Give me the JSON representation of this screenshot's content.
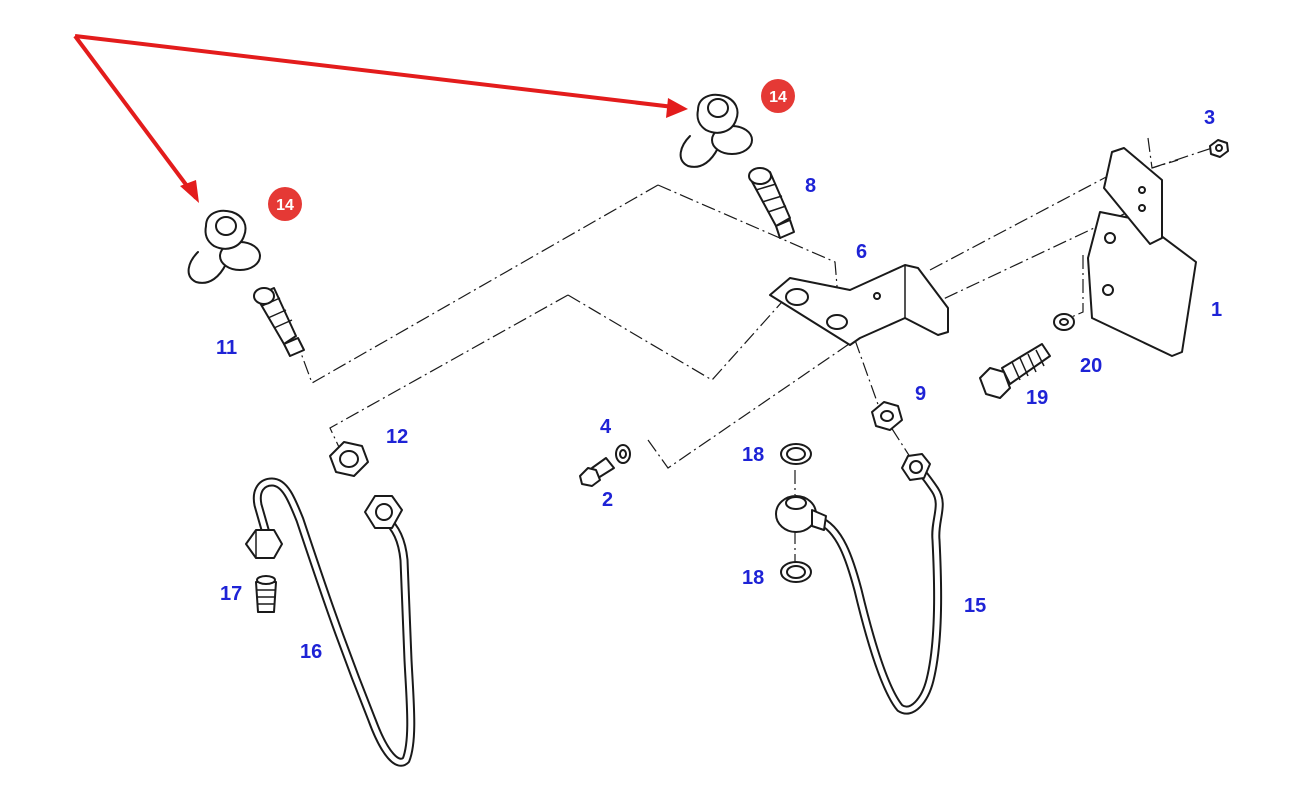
{
  "colors": {
    "callout": "#1e23d6",
    "highlight": "#e53935",
    "arrow": "#e31c1c",
    "line": "#1a1a1a"
  },
  "callouts": {
    "c1": "1",
    "c2": "2",
    "c3": "3",
    "c4": "4",
    "c6": "6",
    "c8": "8",
    "c9": "9",
    "c11": "11",
    "c12": "12",
    "c15": "15",
    "c16": "16",
    "c17": "17",
    "c18a": "18",
    "c18b": "18",
    "c19": "19",
    "c20": "20"
  },
  "highlighted": {
    "left": "14",
    "right": "14"
  }
}
